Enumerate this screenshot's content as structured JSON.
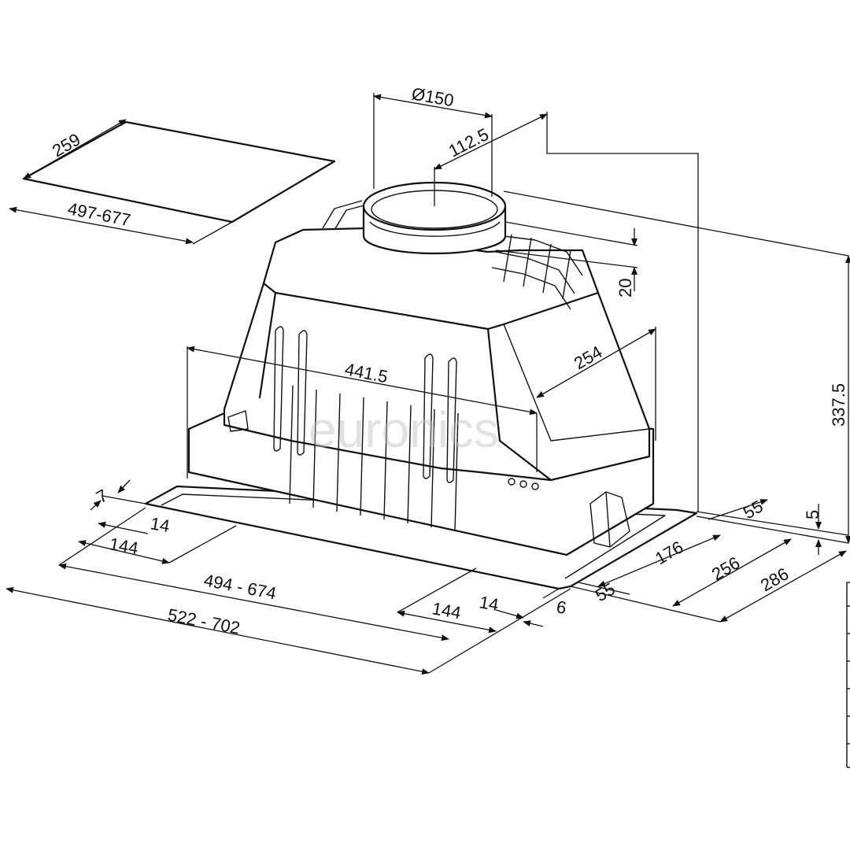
{
  "dimensions": {
    "cutout_depth": "259",
    "cutout_width": "497-677",
    "duct_diameter": "Ø150",
    "duct_offset": "112.5",
    "collar_height": "20",
    "body_width": "441.5",
    "body_depth": "254",
    "total_height": "337.5",
    "flange_7": "7",
    "flange_14_left": "14",
    "flange_144_left": "144",
    "width_inner": "494  -  674",
    "width_outer": "522  -  702",
    "flange_144_right": "144",
    "flange_14_right": "14",
    "flange_6": "6",
    "depth_55_a": "55",
    "depth_55_b": "55",
    "depth_176": "176",
    "depth_256": "256",
    "depth_286": "286",
    "flange_5": "5"
  },
  "watermark": "euronics",
  "colors": {
    "line": "#111111",
    "background": "#ffffff",
    "watermark": "#bfbfbf"
  }
}
